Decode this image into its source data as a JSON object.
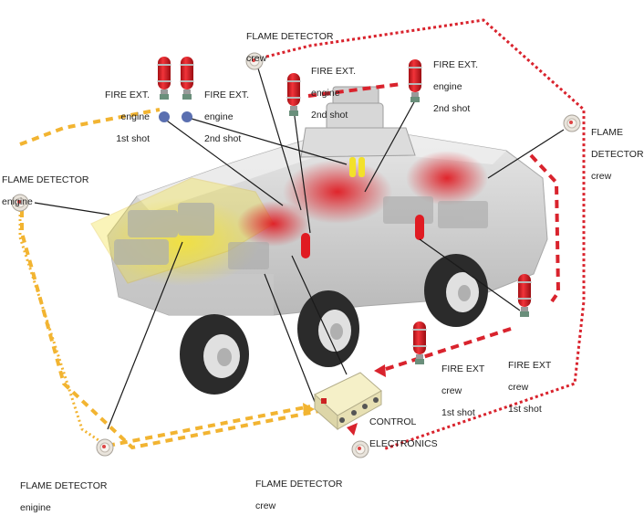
{
  "colors": {
    "engine_circuit": "#f2b431",
    "crew_circuit": "#d9232d",
    "extinguisher_red": "#e01b22",
    "vehicle_gray": "#cfcfcf",
    "engine_zone": "#f3e23a"
  },
  "labels": {
    "fd_crew_top": [
      "FLAME DETECTOR",
      "crew"
    ],
    "fd_crew_right": [
      "FLAME",
      "DETECTOR",
      "crew"
    ],
    "fd_engine_left": [
      "FLAME DETECTOR",
      "enigine"
    ],
    "fd_engine_bottom": [
      "FLAME DETECTOR",
      "enigine"
    ],
    "fd_crew_bottom": [
      "FLAME DETECTOR",
      "crew"
    ],
    "fe_engine_1st": [
      "FIRE EXT.",
      "engine",
      "1st shot"
    ],
    "fe_engine_2nd_left": [
      "FIRE EXT.",
      "engine",
      "2nd shot"
    ],
    "fe_engine_2nd_mid": [
      "FIRE EXT.",
      "engine",
      "2nd shot"
    ],
    "fe_engine_2nd_right": [
      "FIRE EXT.",
      "engine",
      "2nd shot"
    ],
    "fe_crew_2nd": [
      "FIRE EXT",
      "crew",
      "1st shot"
    ],
    "fe_crew_1st": [
      "FIRE EXT",
      "crew",
      "1st shot"
    ],
    "control": [
      "CONTROL",
      "ELECTRONICS"
    ]
  }
}
